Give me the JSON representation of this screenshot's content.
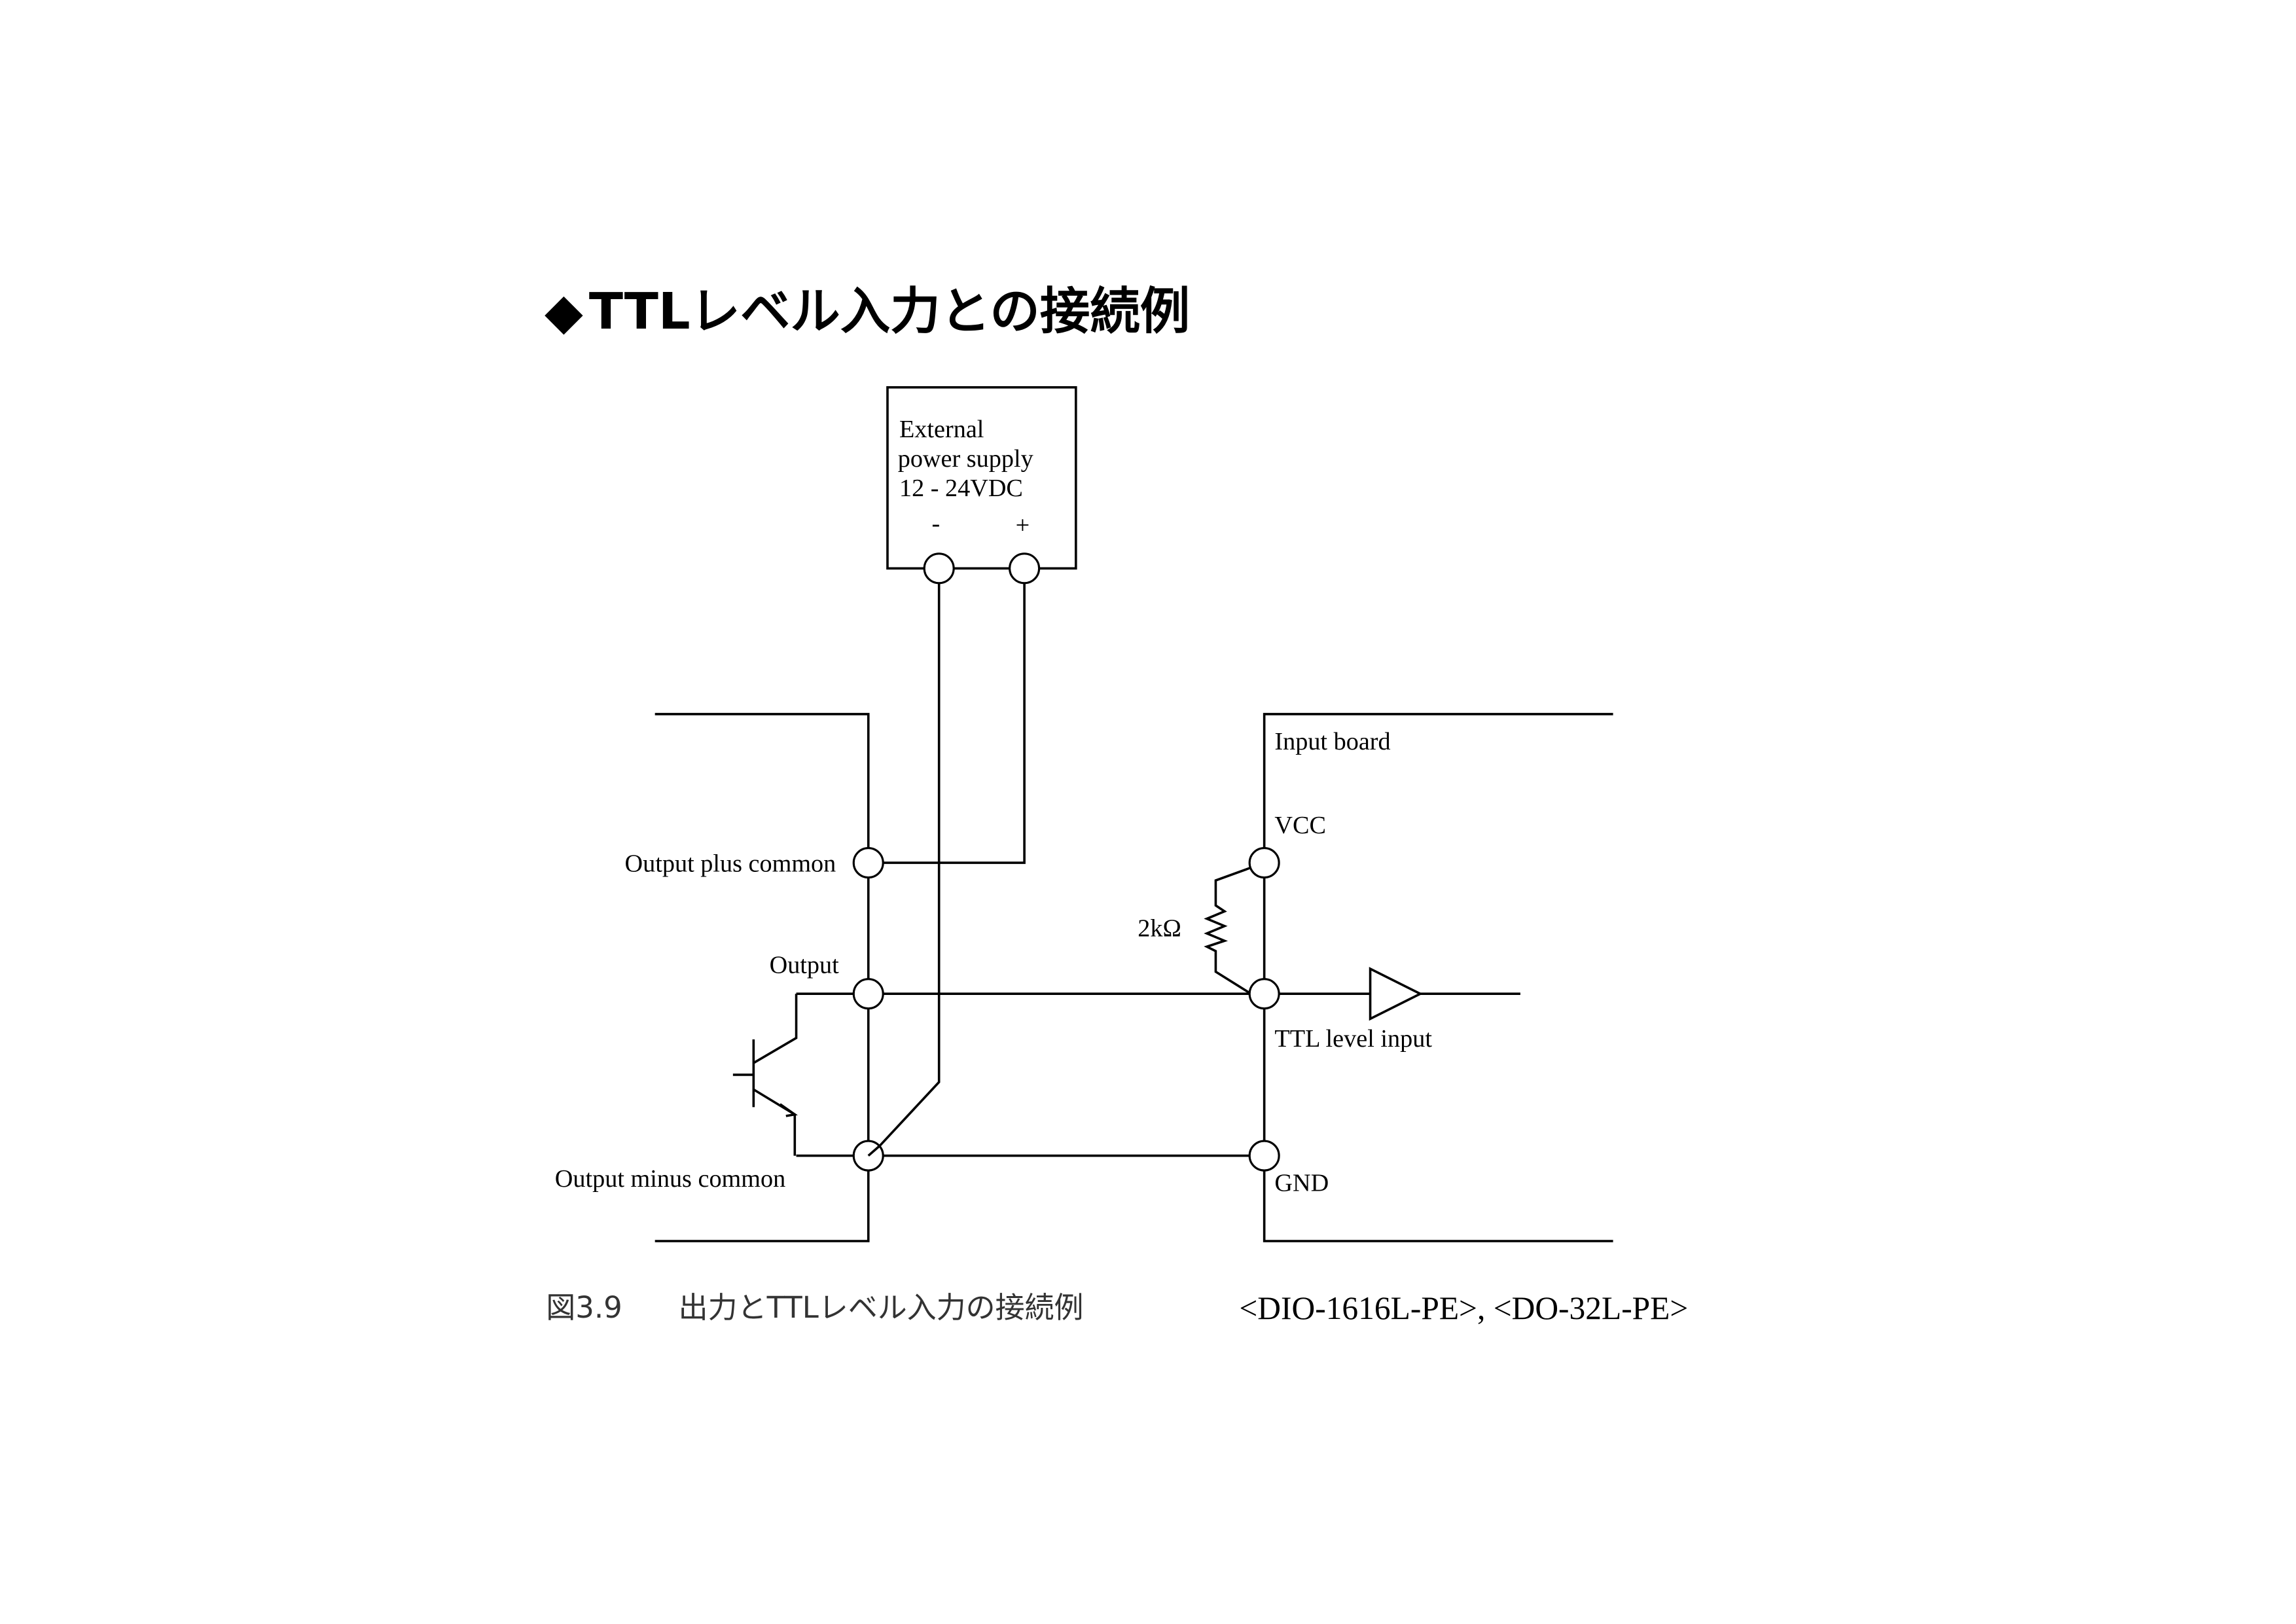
{
  "title": {
    "bullet": "◆",
    "text": "TTLレベル入力との接続例"
  },
  "power_supply": {
    "line1": "External",
    "line2": "power supply",
    "line3": "12 - 24VDC",
    "minus": "-",
    "plus": "+"
  },
  "labels": {
    "output_plus_common": "Output plus common",
    "output": "Output",
    "output_minus_common": "Output minus common",
    "input_board": "Input board",
    "vcc": "VCC",
    "resistor": "2kΩ",
    "ttl_level_input": "TTL level input",
    "gnd": "GND"
  },
  "caption": {
    "number": "図3.9",
    "text": "出力とTTLレベル入力の接続例",
    "models": "<DIO-1616L-PE>, <DO-32L-PE>"
  }
}
